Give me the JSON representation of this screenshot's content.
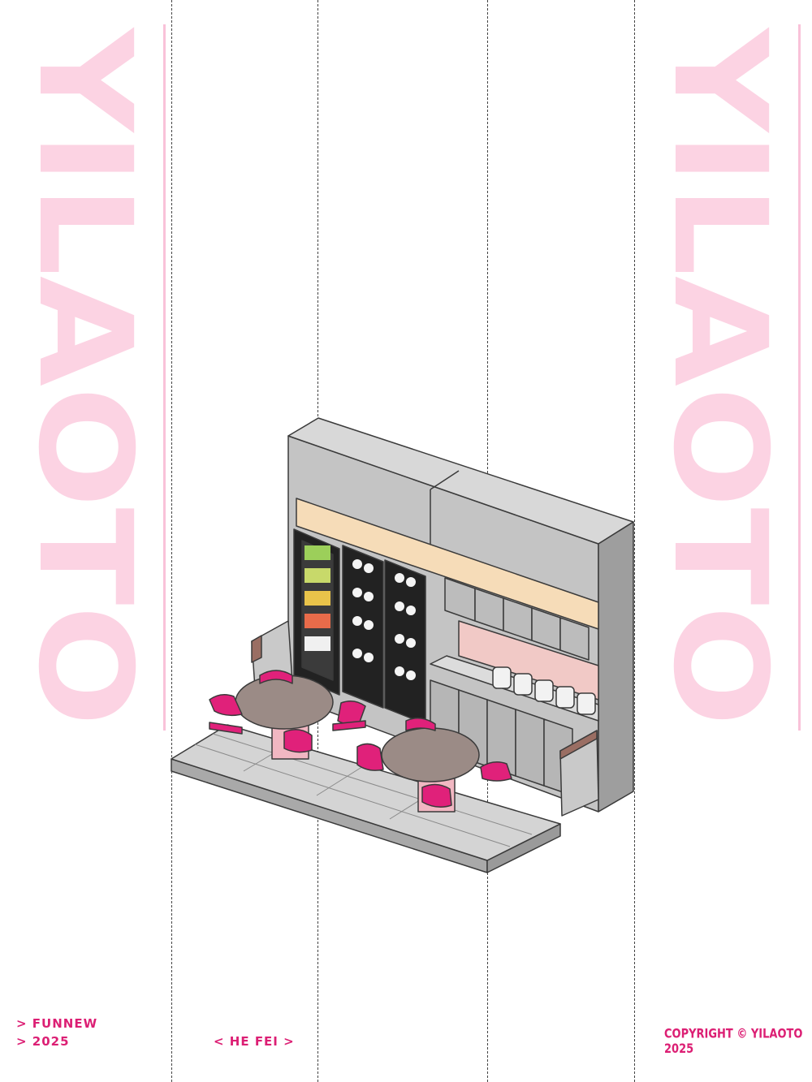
{
  "wordmark": {
    "text": "YILAOTO",
    "color": "#fcd3e3"
  },
  "footer": {
    "project": "> FUNNEW",
    "year": "> 2025",
    "location": "< HE FEI >",
    "copyright": "COPYRIGHT © YILAOTO 2025"
  },
  "colors": {
    "accent": "#dc1f74",
    "chair": "#e0217a",
    "table_top": "#9b8b86",
    "wood_band": "#f6dcb8",
    "wall": "#bdbdbd",
    "floor": "#d4d4d4"
  },
  "icons": {
    "illustration": "isometric-cafe-icon"
  }
}
